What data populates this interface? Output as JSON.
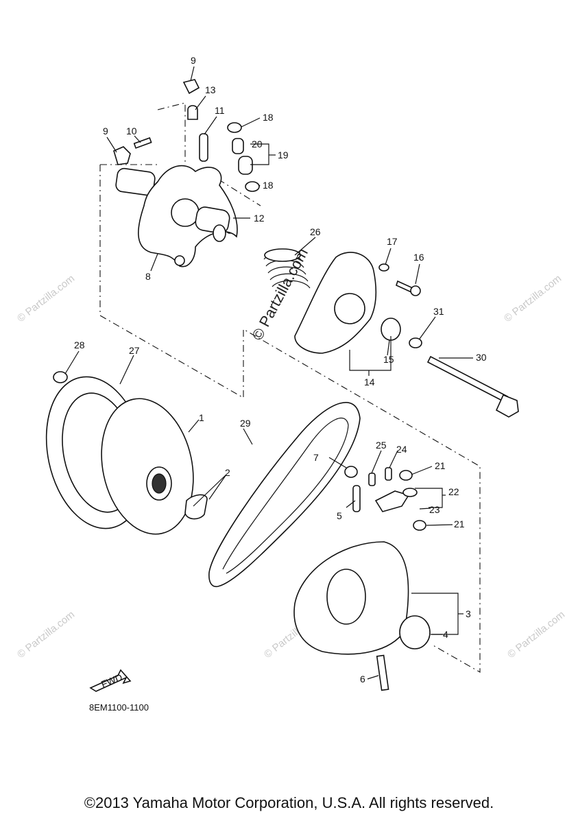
{
  "diagram": {
    "labels": [
      "1",
      "2",
      "3",
      "4",
      "5",
      "6",
      "7",
      "8",
      "9",
      "9",
      "10",
      "11",
      "12",
      "13",
      "14",
      "15",
      "16",
      "17",
      "18",
      "18",
      "19",
      "20",
      "21",
      "21",
      "22",
      "23",
      "24",
      "25",
      "26",
      "27",
      "28",
      "29",
      "30",
      "31"
    ],
    "direction_arrow": "FWD",
    "drawing_code": "8EM1100-1100",
    "watermark_center": "© Partzilla.com",
    "watermark_tile": "© Partzilla.com"
  },
  "footer": {
    "copyright": "©2013 Yamaha Motor Corporation, U.S.A. All rights reserved."
  }
}
